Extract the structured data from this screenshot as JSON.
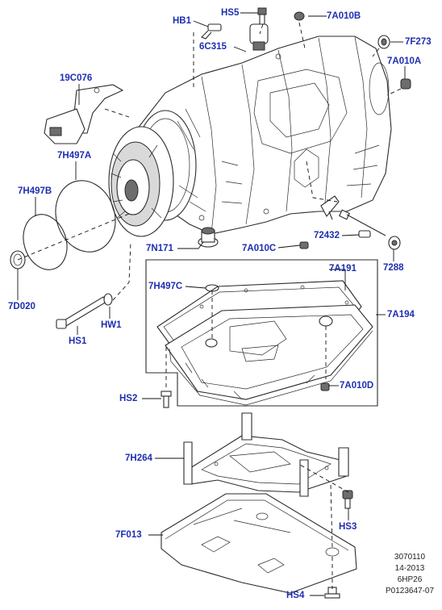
{
  "labels": {
    "hb1": "HB1",
    "hs5": "HS5",
    "a7a010b": "7A010B",
    "c6c315": "6C315",
    "f7f273": "7F273",
    "a7a010a": "7A010A",
    "c19c076": "19C076",
    "h7h497a": "7H497A",
    "h7h497b": "7H497B",
    "d7d020": "7D020",
    "n7n171": "7N171",
    "c7a010c": "7A010C",
    "p72432": "72432",
    "p7288": "7288",
    "h7h497c": "7H497C",
    "a7a191": "7A191",
    "a7a194": "7A194",
    "hs1": "HS1",
    "hw1": "HW1",
    "d7a010d": "7A010D",
    "hs2": "HS2",
    "h7h264": "7H264",
    "hs3": "HS3",
    "f7f013": "7F013",
    "hs4": "HS4"
  },
  "reference": {
    "line1": "3070110",
    "line2": "14-2013",
    "line3": "6HP26",
    "line4": "P0123647-07"
  },
  "colors": {
    "label": "#1f2fb0",
    "linework": "#2b2b2b",
    "background": "#ffffff"
  }
}
